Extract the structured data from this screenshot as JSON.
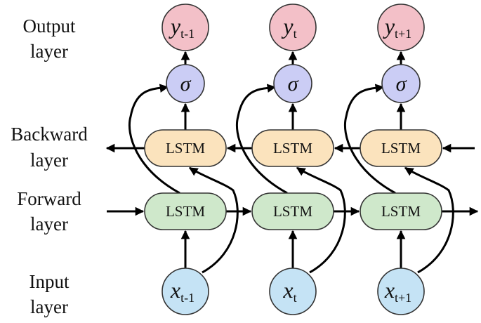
{
  "colors": {
    "output_fill": "#f3c0c8",
    "sigma_fill": "#cbcdf5",
    "backward_fill": "#fbe3bd",
    "forward_fill": "#cfe8cb",
    "input_fill": "#c5e3f5",
    "arrow": "#000000"
  },
  "layer_labels": [
    {
      "line1": "Output",
      "line2": "layer"
    },
    {
      "line1": "Backward",
      "line2": "layer"
    },
    {
      "line1": "Forward",
      "line2": "layer"
    },
    {
      "line1": "Input",
      "line2": "layer"
    }
  ],
  "lstm_label": "LSTM",
  "sigma_symbol": "σ",
  "timesteps": [
    {
      "output_var": "y",
      "output_sub": "t-1",
      "input_var": "x",
      "input_sub": "t-1"
    },
    {
      "output_var": "y",
      "output_sub": "t",
      "input_var": "x",
      "input_sub": "t"
    },
    {
      "output_var": "y",
      "output_sub": "t+1",
      "input_var": "x",
      "input_sub": "t+1"
    }
  ]
}
